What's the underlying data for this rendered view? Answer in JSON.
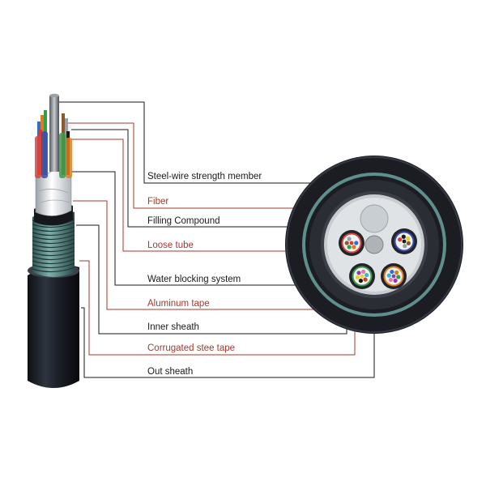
{
  "labels": [
    {
      "key": "steel_wire",
      "text": "Steel-wire strength member",
      "color": "#1a1a1a"
    },
    {
      "key": "fiber",
      "text": "Fiber",
      "color": "#a33a2e"
    },
    {
      "key": "filling",
      "text": "Filling Compound",
      "color": "#1a1a1a"
    },
    {
      "key": "loose_tube",
      "text": "Loose tube",
      "color": "#a33a2e"
    },
    {
      "key": "water_blocking",
      "text": "Water blocking system",
      "color": "#1a1a1a"
    },
    {
      "key": "aluminum",
      "text": "Aluminum tape",
      "color": "#a33a2e"
    },
    {
      "key": "inner_sheath",
      "text": "Inner sheath",
      "color": "#1a1a1a"
    },
    {
      "key": "corrugated",
      "text": "Corrugated stee tape",
      "color": "#a33a2e"
    },
    {
      "key": "out_sheath",
      "text": "Out sheath",
      "color": "#1a1a1a"
    }
  ],
  "colors": {
    "black_line": "#1a1a1a",
    "red_line": "#a33a2e",
    "outer_sheath": "#1b1d22",
    "corrugated_steel": "#5f8f8d",
    "inner_sheath": "#2a2d33",
    "aluminum_tape": "#c8ccd0",
    "core_fill": "#dfe3e6",
    "tube_wall": "#222428"
  },
  "fiber_colors": [
    "#2f6fd0",
    "#e07a1c",
    "#2fa04a",
    "#8a5a2c",
    "#9aa0a6",
    "#f0f0f0",
    "#d83a2f",
    "#1a1a1a",
    "#e8d12a",
    "#8b3fb0",
    "#e57aa3",
    "#35b8c9"
  ],
  "tube_colors": [
    "#d94438",
    "#3a4ab3",
    "#3c9b4a",
    "#e07f22"
  ]
}
